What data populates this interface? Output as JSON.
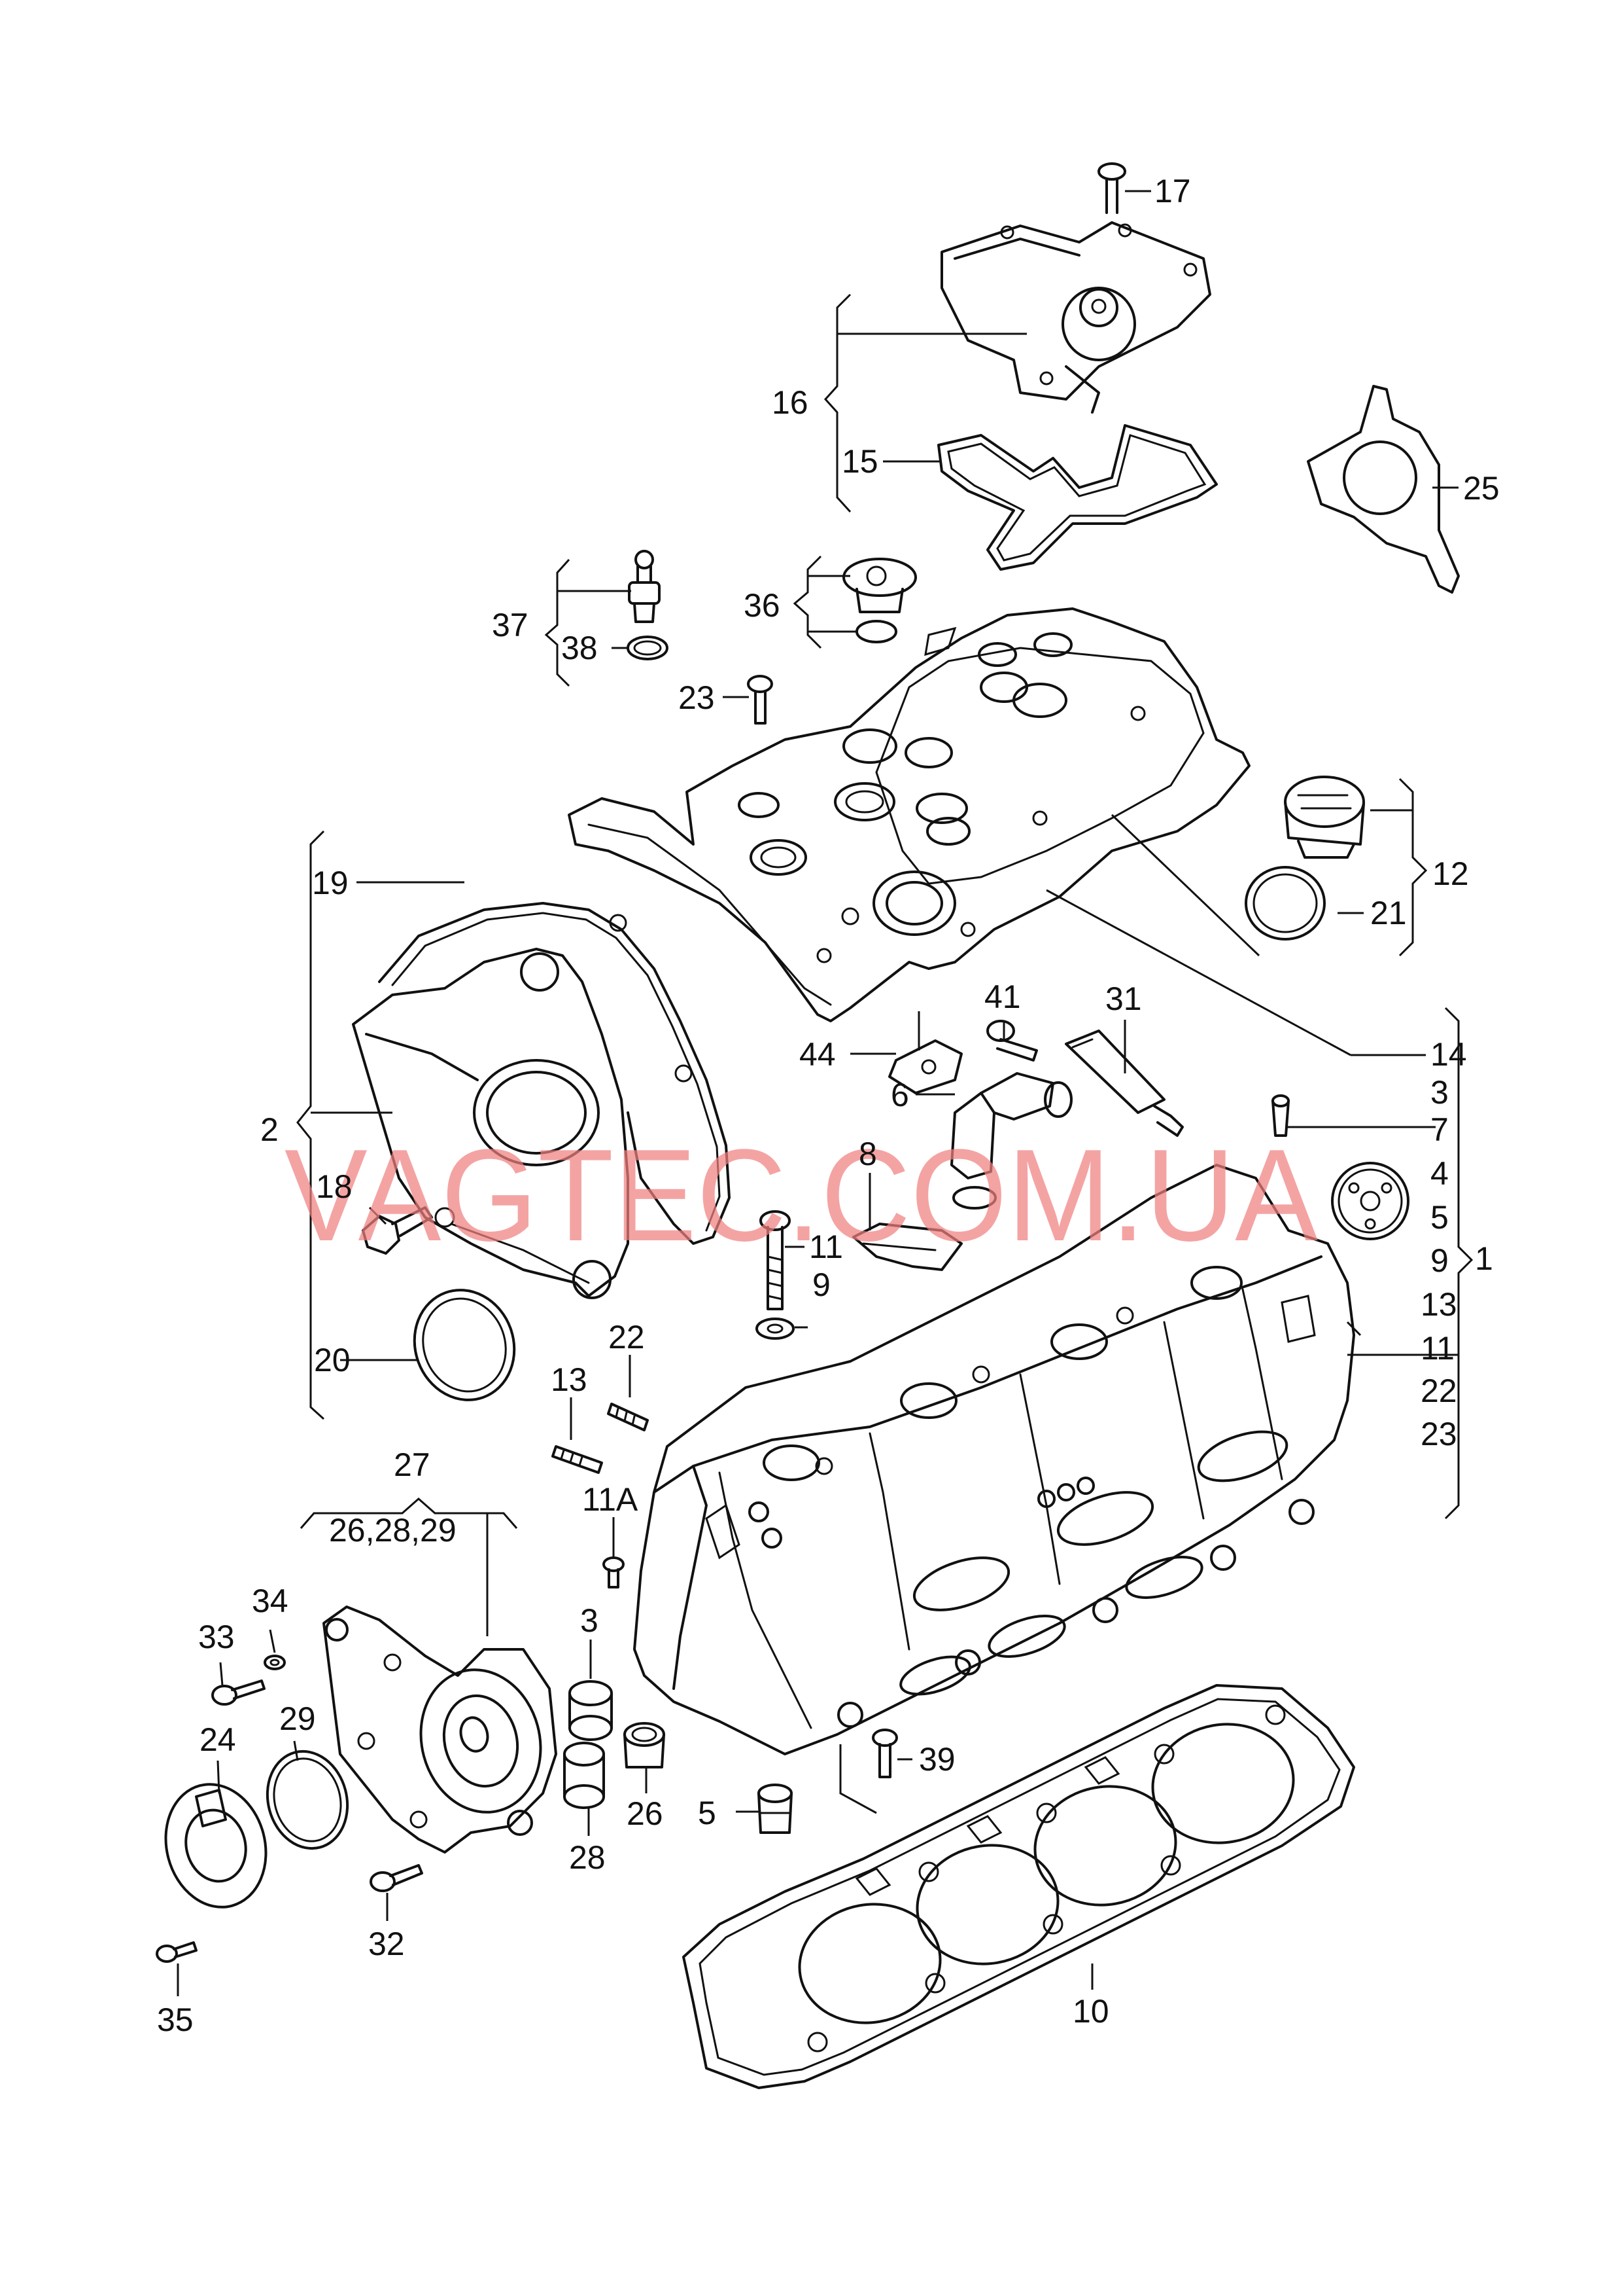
{
  "watermark": "VAGTEC.COM.UA",
  "callouts": {
    "n1": "1",
    "n2": "2",
    "n3": "3",
    "n3b": "3",
    "n4": "4",
    "n5": "5",
    "n5b": "5",
    "n6": "6",
    "n7": "7",
    "n8": "8",
    "n9": "9",
    "n9b": "9",
    "n10": "10",
    "n11": "11",
    "n11b": "11",
    "n11a": "11A",
    "n12": "12",
    "n13": "13",
    "n13b": "13",
    "n14": "14",
    "n15": "15",
    "n16": "16",
    "n17": "17",
    "n18": "18",
    "n19": "19",
    "n20": "20",
    "n21": "21",
    "n22": "22",
    "n22b": "22",
    "n23": "23",
    "n23b": "23",
    "n24": "24",
    "n25": "25",
    "n26": "26",
    "n27": "27",
    "n27sub": "26,28,29",
    "n28": "28",
    "n29": "29",
    "n31": "31",
    "n32": "32",
    "n33": "33",
    "n34": "34",
    "n35": "35",
    "n36": "36",
    "n37": "37",
    "n38": "38",
    "n39": "39",
    "n41": "41",
    "n44": "44"
  }
}
